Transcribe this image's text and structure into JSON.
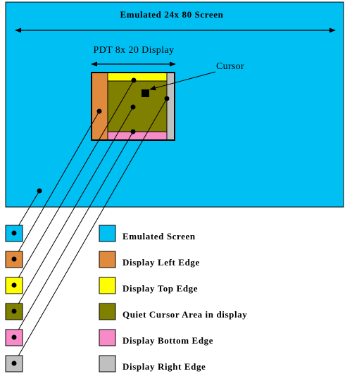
{
  "screen_title": "Emulated 24x 80 Screen",
  "display_title": "PDT 8x 20 Display",
  "cursor_label": "Cursor",
  "colors": {
    "emulated_screen": "#00BFF3",
    "left_edge": "#DF8A3C",
    "top_edge": "#FFFF00",
    "quiet_area": "#808000",
    "bottom_edge": "#F68BC7",
    "right_edge": "#C0C0C0",
    "outline": "#000000"
  },
  "legend": [
    {
      "label": "Emulated Screen",
      "color": "#00BFF3"
    },
    {
      "label": "Display Left Edge",
      "color": "#DF8A3C"
    },
    {
      "label": "Display Top Edge",
      "color": "#FFFF00"
    },
    {
      "label": "Quiet Cursor Area in display",
      "color": "#808000"
    },
    {
      "label": "Display Bottom Edge",
      "color": "#F68BC7"
    },
    {
      "label": "Display Right Edge",
      "color": "#C0C0C0"
    }
  ]
}
